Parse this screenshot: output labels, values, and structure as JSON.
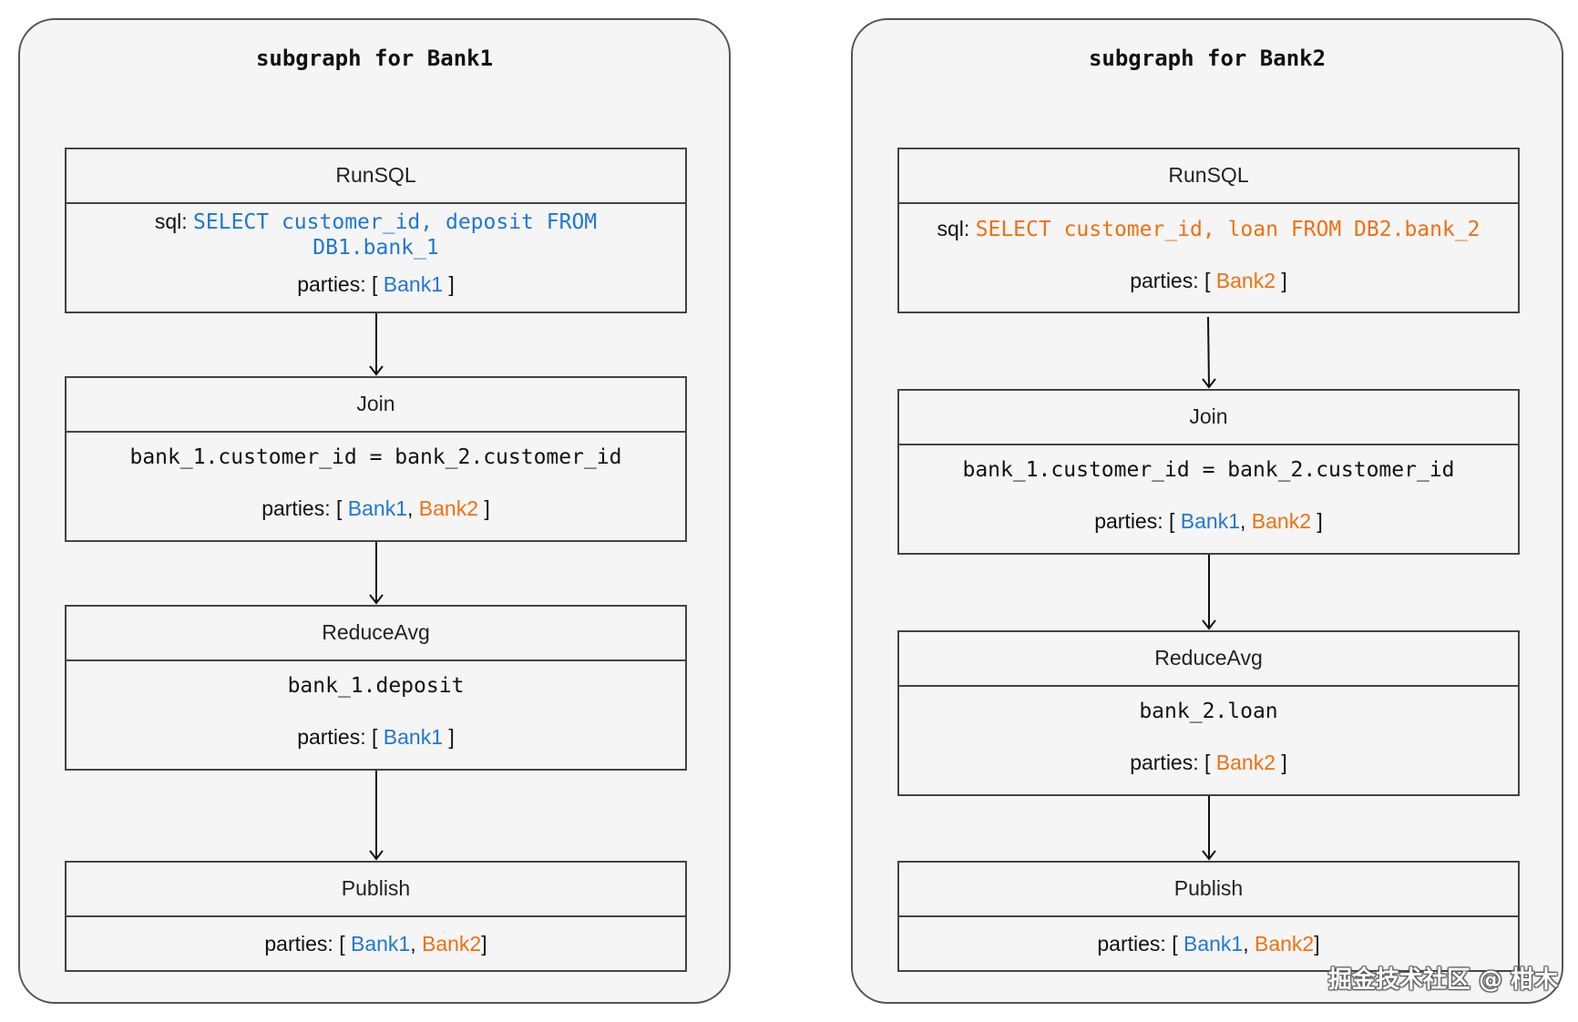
{
  "left": {
    "title": "subgraph for Bank1",
    "runsql": {
      "header": "RunSQL",
      "sql_label": "sql: ",
      "sql_line1": "SELECT customer_id, deposit FROM",
      "sql_line2": "DB1.bank_1",
      "parties_label": "parties: [ ",
      "party1": "Bank1",
      "parties_end": " ]"
    },
    "join": {
      "header": "Join",
      "expr": "bank_1.customer_id = bank_2.customer_id",
      "parties_label": "parties: [ ",
      "party1": "Bank1",
      "sep": ", ",
      "party2": "Bank2",
      "parties_end": " ]"
    },
    "reduce": {
      "header": "ReduceAvg",
      "expr": "bank_1.deposit",
      "parties_label": "parties: [ ",
      "party1": "Bank1",
      "parties_end": " ]"
    },
    "publish": {
      "header": "Publish",
      "parties_label": "parties: [ ",
      "party1": "Bank1",
      "sep": ", ",
      "party2": "Bank2",
      "parties_end": "]"
    }
  },
  "right": {
    "title": "subgraph for Bank2",
    "runsql": {
      "header": "RunSQL",
      "sql_label": "sql: ",
      "sql_line1": "SELECT customer_id, loan FROM DB2.bank_2",
      "parties_label": "parties: [ ",
      "party1": "Bank2",
      "parties_end": " ]"
    },
    "join": {
      "header": "Join",
      "expr": "bank_1.customer_id = bank_2.customer_id",
      "parties_label": "parties: [ ",
      "party1": "Bank1",
      "sep": ", ",
      "party2": "Bank2",
      "parties_end": " ]"
    },
    "reduce": {
      "header": "ReduceAvg",
      "expr": "bank_2.loan",
      "parties_label": "parties: [ ",
      "party1": "Bank2",
      "parties_end": " ]"
    },
    "publish": {
      "header": "Publish",
      "parties_label": "parties: [ ",
      "party1": "Bank1",
      "sep": ", ",
      "party2": "Bank2",
      "parties_end": "]"
    }
  },
  "watermark": "掘金技术社区 @ 柑木",
  "colors": {
    "bank1": "#1f77d4",
    "bank2": "#f07010"
  }
}
